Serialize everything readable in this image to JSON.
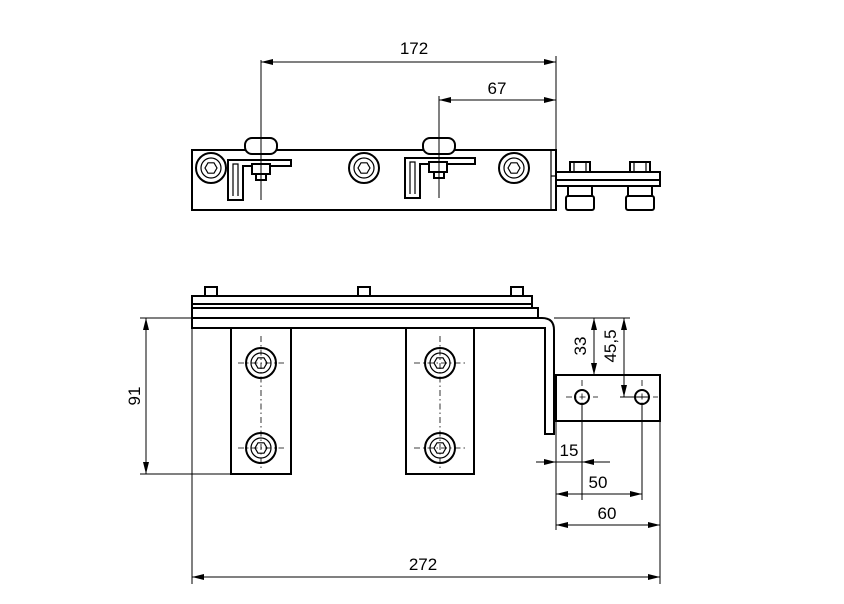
{
  "dimensions": {
    "top_width": "172",
    "top_offset": "67",
    "overall_height": "91",
    "bracket_33": "33",
    "bracket_45_5": "45,5",
    "hole_15": "15",
    "hole_50": "50",
    "bracket_60": "60",
    "overall_length": "272"
  }
}
